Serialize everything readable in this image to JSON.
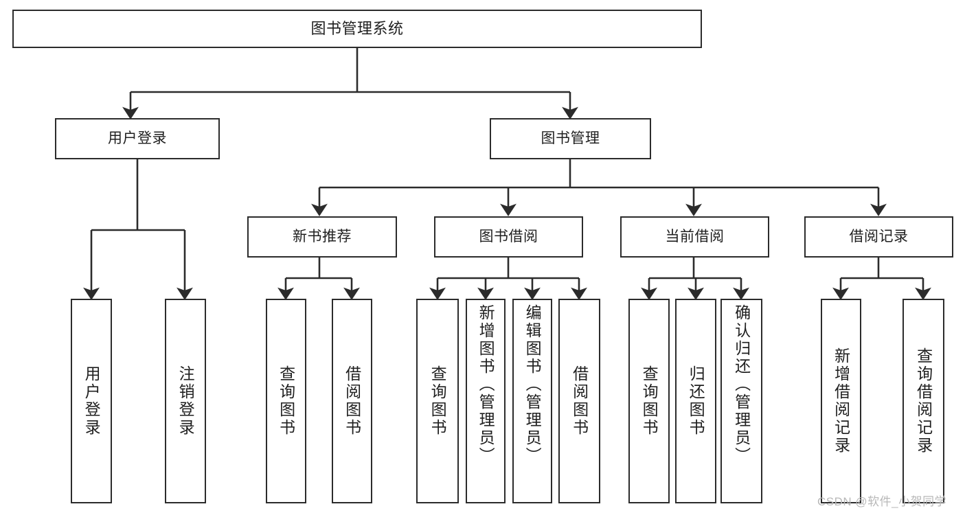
{
  "diagram": {
    "title_node": {
      "label": "图书管理系统"
    },
    "level1": [
      {
        "id": "user-login",
        "label": "用户登录"
      },
      {
        "id": "book-manage",
        "label": "图书管理"
      }
    ],
    "level2": [
      {
        "id": "new-book-recommend",
        "label": "新书推荐"
      },
      {
        "id": "book-borrow",
        "label": "图书借阅"
      },
      {
        "id": "current-borrow",
        "label": "当前借阅"
      },
      {
        "id": "borrow-record",
        "label": "借阅记录"
      }
    ],
    "leaves": {
      "user_login": [
        {
          "id": "leaf-user-login",
          "label": "用户登录"
        },
        {
          "id": "leaf-logout",
          "label": "注销登录"
        }
      ],
      "new_book_recommend": [
        {
          "id": "leaf-query-book-1",
          "label": "查询图书"
        },
        {
          "id": "leaf-borrow-book-1",
          "label": "借阅图书"
        }
      ],
      "book_borrow": [
        {
          "id": "leaf-query-book-2",
          "label": "查询图书"
        },
        {
          "id": "leaf-add-book",
          "label": "新增图书（管理员）"
        },
        {
          "id": "leaf-edit-book",
          "label": "编辑图书（管理员）"
        },
        {
          "id": "leaf-borrow-book-2",
          "label": "借阅图书"
        }
      ],
      "current_borrow": [
        {
          "id": "leaf-query-book-3",
          "label": "查询图书"
        },
        {
          "id": "leaf-return-book",
          "label": "归还图书"
        },
        {
          "id": "leaf-confirm-return",
          "label": "确认归还（管理员）"
        }
      ],
      "borrow_record": [
        {
          "id": "leaf-add-record",
          "label": "新增借阅记录"
        },
        {
          "id": "leaf-query-record",
          "label": "查询借阅记录"
        }
      ]
    }
  },
  "watermark": {
    "text": "CSDN @软件_小贺同学"
  },
  "colors": {
    "stroke": "#2b2b2b",
    "background": "#ffffff",
    "text": "#1f1f1f",
    "watermark": "#b8b8b8"
  }
}
